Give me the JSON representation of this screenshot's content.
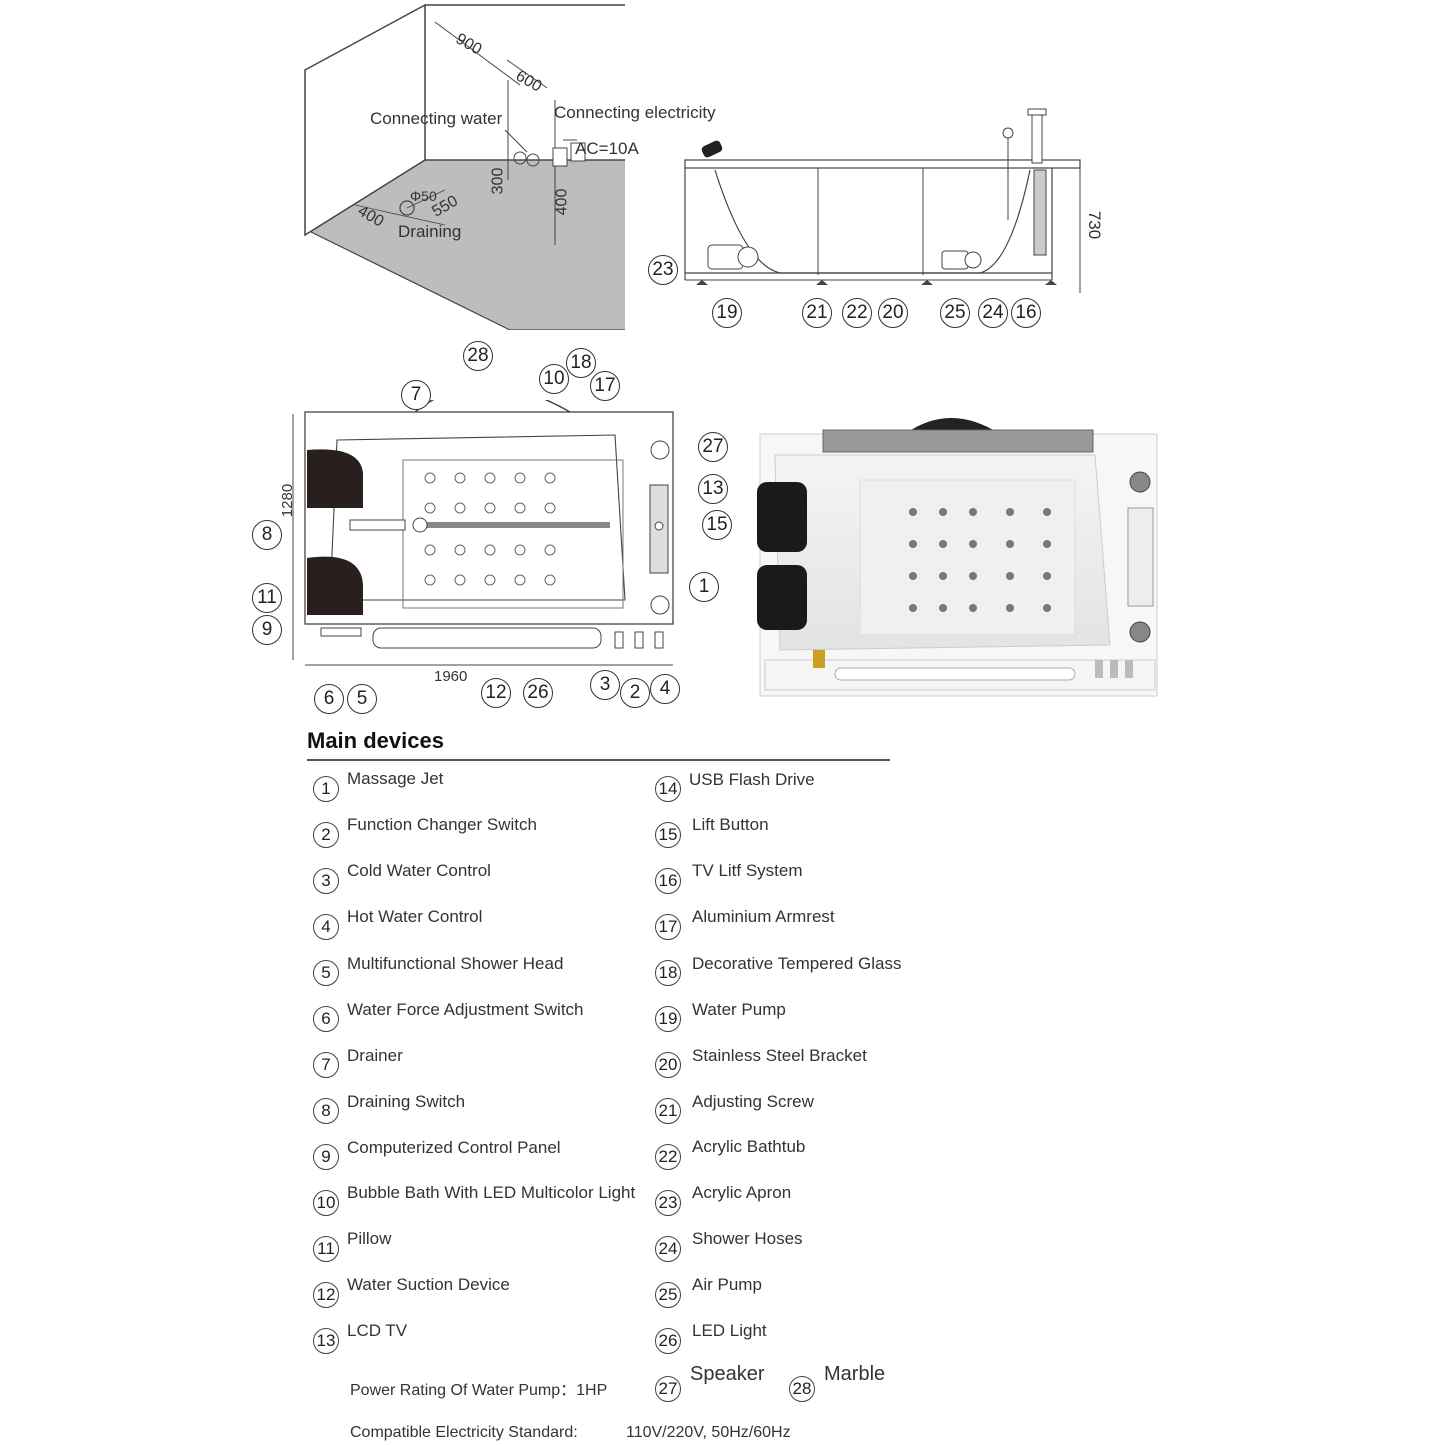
{
  "room": {
    "dim_900": "900",
    "dim_600": "600",
    "connecting_water": "Connecting water",
    "connecting_electricity": "Connecting electricity",
    "ac": "AC=10A",
    "dim_300": "300",
    "dim_400_v": "400",
    "phi50": "Φ50",
    "dim_400": "400",
    "dim_550": "550",
    "draining": "Draining"
  },
  "side_view": {
    "height": "730",
    "callouts": [
      "23",
      "19",
      "21",
      "22",
      "20",
      "25",
      "24",
      "16"
    ]
  },
  "top_view": {
    "dim_1280": "1280",
    "dim_1960": "1960",
    "callouts_top": [
      "28",
      "7",
      "10",
      "18",
      "17"
    ],
    "callouts_right": [
      "27",
      "13",
      "15",
      "1"
    ],
    "callouts_left": [
      "8",
      "11",
      "9"
    ],
    "callouts_bottom": [
      "6",
      "5",
      "12",
      "26",
      "3",
      "2",
      "4"
    ]
  },
  "main_devices": {
    "title": "Main devices",
    "left": [
      {
        "n": "1",
        "label": "Massage Jet"
      },
      {
        "n": "2",
        "label": "Function Changer Switch"
      },
      {
        "n": "3",
        "label": "Cold Water Control"
      },
      {
        "n": "4",
        "label": "Hot Water Control"
      },
      {
        "n": "5",
        "label": "Multifunctional Shower Head"
      },
      {
        "n": "6",
        "label": "Water Force Adjustment Switch"
      },
      {
        "n": "7",
        "label": "Drainer"
      },
      {
        "n": "8",
        "label": "Draining Switch"
      },
      {
        "n": "9",
        "label": "Computerized Control Panel"
      },
      {
        "n": "10",
        "label": "Bubble Bath With LED Multicolor Light"
      },
      {
        "n": "11",
        "label": "Pillow"
      },
      {
        "n": "12",
        "label": "Water Suction Device"
      },
      {
        "n": "13",
        "label": "LCD  TV"
      }
    ],
    "right": [
      {
        "n": "14",
        "label": "USB Flash Drive"
      },
      {
        "n": "15",
        "label": "Lift Button"
      },
      {
        "n": "16",
        "label": "TV Litf System"
      },
      {
        "n": "17",
        "label": "Aluminium  Armrest"
      },
      {
        "n": "18",
        "label": "Decorative Tempered Glass"
      },
      {
        "n": "19",
        "label": "Water Pump"
      },
      {
        "n": "20",
        "label": "Stainless Steel Bracket"
      },
      {
        "n": "21",
        "label": "Adjusting Screw"
      },
      {
        "n": "22",
        "label": "Acrylic Bathtub"
      },
      {
        "n": "23",
        "label": "Acrylic Apron"
      },
      {
        "n": "24",
        "label": "Shower Hoses"
      },
      {
        "n": "25",
        "label": "Air Pump"
      },
      {
        "n": "26",
        "label": "LED Light"
      }
    ],
    "extra": [
      {
        "n": "27",
        "label": "Speaker"
      },
      {
        "n": "28",
        "label": "Marble"
      }
    ]
  },
  "specs": {
    "power_label": "Power Rating Of Water Pump：1HP",
    "electricity_label": "Compatible Electricity Standard:",
    "electricity_value": "110V/220V, 50Hz/60Hz"
  }
}
